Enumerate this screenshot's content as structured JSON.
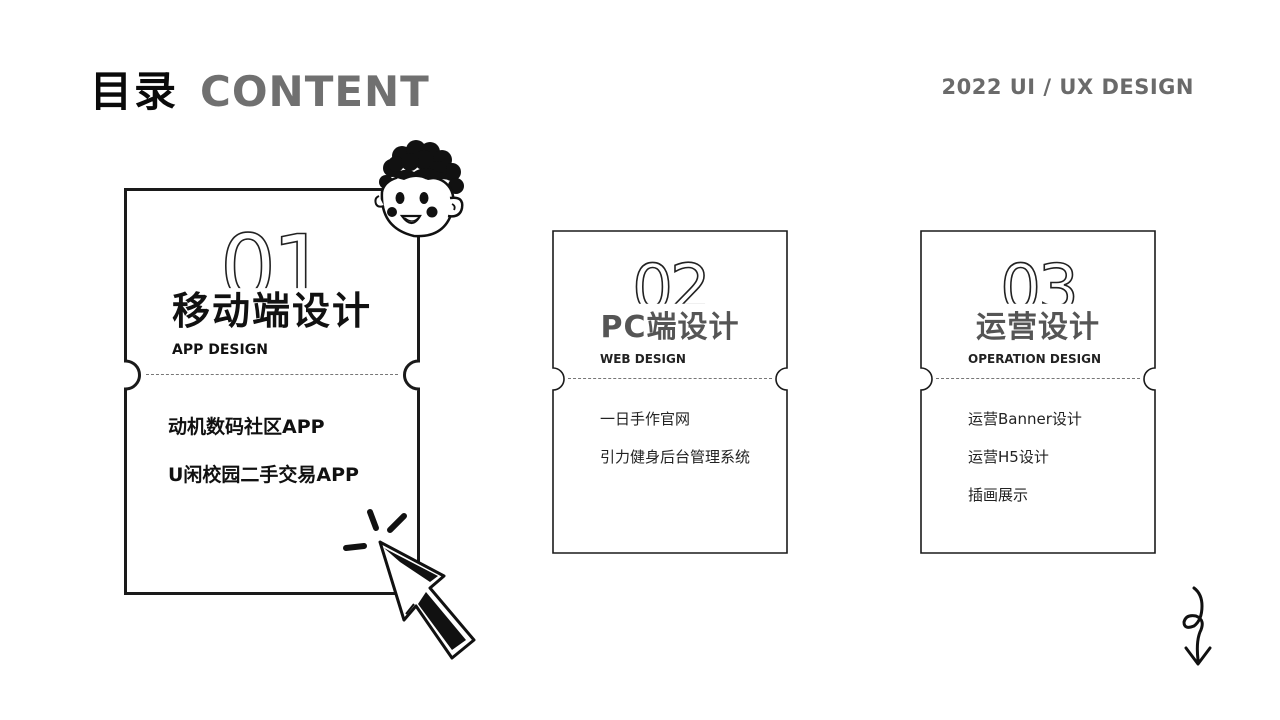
{
  "header": {
    "title_cn": "目录",
    "title_en": "CONTENT",
    "subtitle": "2022 UI / UX DESIGN"
  },
  "cards": [
    {
      "number": "01",
      "title_cn": "移动端设计",
      "title_en": "APP DESIGN",
      "items": [
        "动机数码社区APP",
        "U闲校园二手交易APP"
      ]
    },
    {
      "number": "02",
      "title_cn": "PC端设计",
      "title_en": "WEB DESIGN",
      "items": [
        "一日手作官网",
        "引力健身后台管理系统"
      ]
    },
    {
      "number": "03",
      "title_cn": "运营设计",
      "title_en": "OPERATION DESIGN",
      "items": [
        "运营Banner设计",
        "运营H5设计",
        "插画展示"
      ]
    }
  ],
  "decorations": {
    "character": "cartoon-face-icon",
    "cursor": "cursor-arrow-icon",
    "scroll": "scroll-down-arrow-icon"
  },
  "colors": {
    "title_dark": "#0a0a0a",
    "title_gray": "#707070",
    "line": "#1a1a1a"
  }
}
